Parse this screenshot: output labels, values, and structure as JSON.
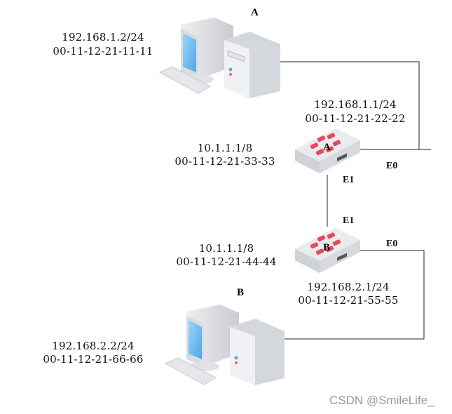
{
  "hosts": [
    {
      "name": "A",
      "ip": "192.168.1.2/24",
      "mac": "00-11-12-21-11-11"
    },
    {
      "name": "B",
      "ip": "192.168.2.2/24",
      "mac": "00-11-12-21-66-66"
    }
  ],
  "routers": [
    {
      "name": "A",
      "e0": {
        "port": "E0",
        "ip": "192.168.1.1/24",
        "mac": "00-11-12-21-22-22"
      },
      "e1": {
        "port": "E1",
        "ip": "10.1.1.1/8",
        "mac": "00-11-12-21-33-33"
      }
    },
    {
      "name": "B",
      "e0": {
        "port": "E0",
        "ip": "192.168.2.1/24",
        "mac": "00-11-12-21-55-55"
      },
      "e1": {
        "port": "E1",
        "ip": "10.1.1.1/8",
        "mac": "00-11-12-21-44-44"
      }
    }
  ],
  "colors": {
    "line": "#222222",
    "router_accent": "#e8485c",
    "screen": "#5bb4ee"
  },
  "watermark": "CSDN @SmileLife_"
}
